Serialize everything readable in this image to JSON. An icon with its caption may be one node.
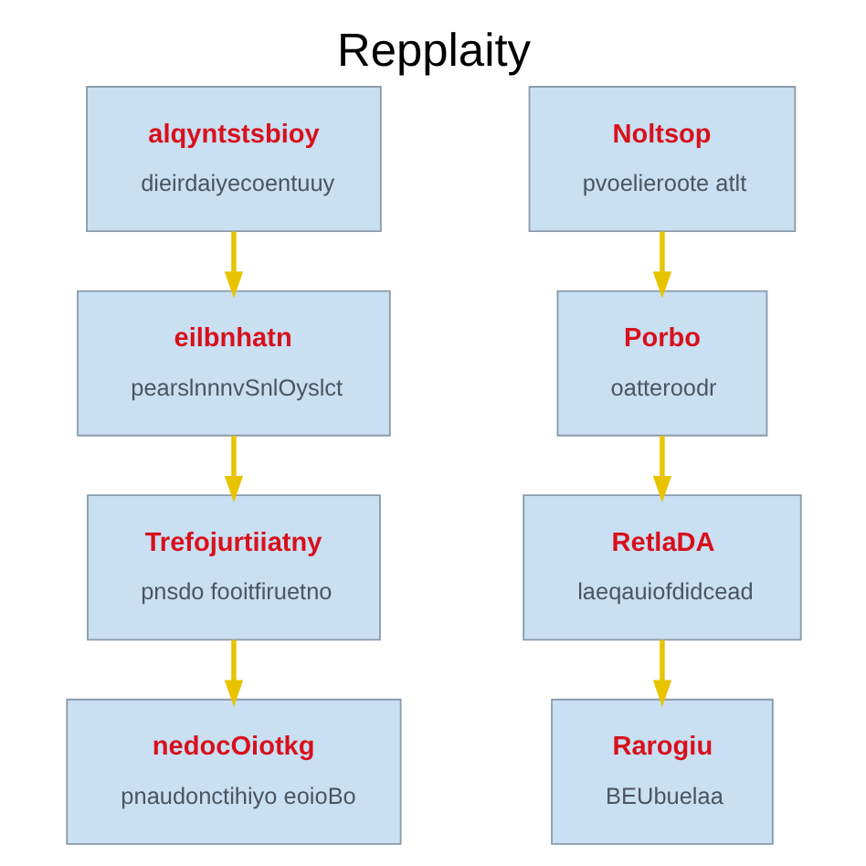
{
  "diagram": {
    "title": "Repplaity",
    "nodes": [
      {
        "text": [
          "alqyntstsbioy",
          "dieirdaiyecoentuuy"
        ]
      },
      {
        "text": [
          "eilbnhatn",
          "pearslnnnvSnlOyslct"
        ]
      },
      {
        "text": [
          "Trefojurtiiatny",
          "pnsdo fooitfiruetno"
        ]
      },
      {
        "text": [
          "nedocOiotkg",
          "pnaudonctihiyo eoioBo"
        ]
      },
      {
        "text": [
          "Noltsop",
          "pvoelieroote atlt"
        ]
      },
      {
        "text": [
          "Porbo",
          "oatteroodr"
        ]
      },
      {
        "text": [
          "RetlaDA",
          "laeqauiofdidcead"
        ]
      },
      {
        "text": [
          "Rarogiu",
          "BEUbuelaa"
        ]
      }
    ],
    "edges": [
      {
        "from": 0,
        "to": 1,
        "arrow": "to"
      },
      {
        "from": 1,
        "to": 2,
        "arrow": "to"
      },
      {
        "from": 2,
        "to": 3,
        "arrow": "to"
      },
      {
        "from": 4,
        "to": 5,
        "arrow": "to"
      },
      {
        "from": 5,
        "to": 6,
        "arrow": "to"
      },
      {
        "from": 6,
        "to": 7,
        "arrow": "to"
      }
    ]
  }
}
